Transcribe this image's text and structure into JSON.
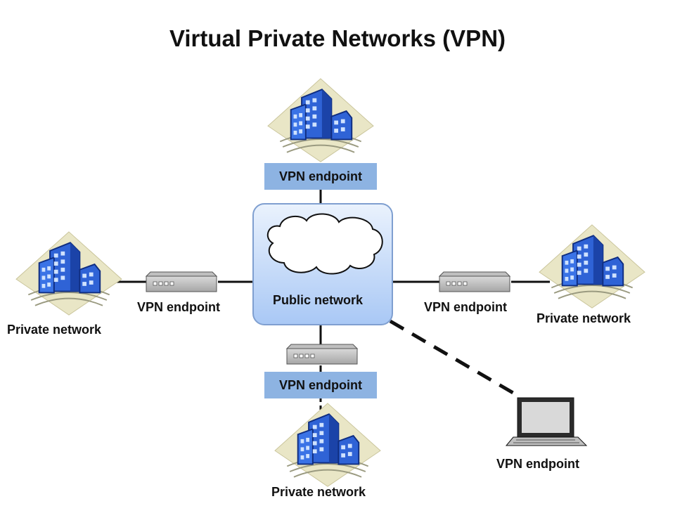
{
  "title": "Virtual Private Networks (VPN)",
  "public_network": {
    "label": "Public network"
  },
  "endpoints": {
    "top": "VPN endpoint",
    "left": "VPN endpoint",
    "right": "VPN endpoint",
    "bottom": "VPN endpoint",
    "laptop": "VPN endpoint"
  },
  "private_networks": {
    "top": "",
    "left": "Private network",
    "right": "Private network",
    "bottom": "Private network"
  },
  "colors": {
    "endpoint_box": "#8db3e2",
    "cloud_panel_top": "#eaf2fd",
    "cloud_panel_bottom": "#a9c8f5",
    "building": "#2f63d6",
    "ground": "#e9e6c6"
  },
  "icons": [
    "building-icon",
    "router-icon",
    "cloud-icon",
    "laptop-icon"
  ]
}
